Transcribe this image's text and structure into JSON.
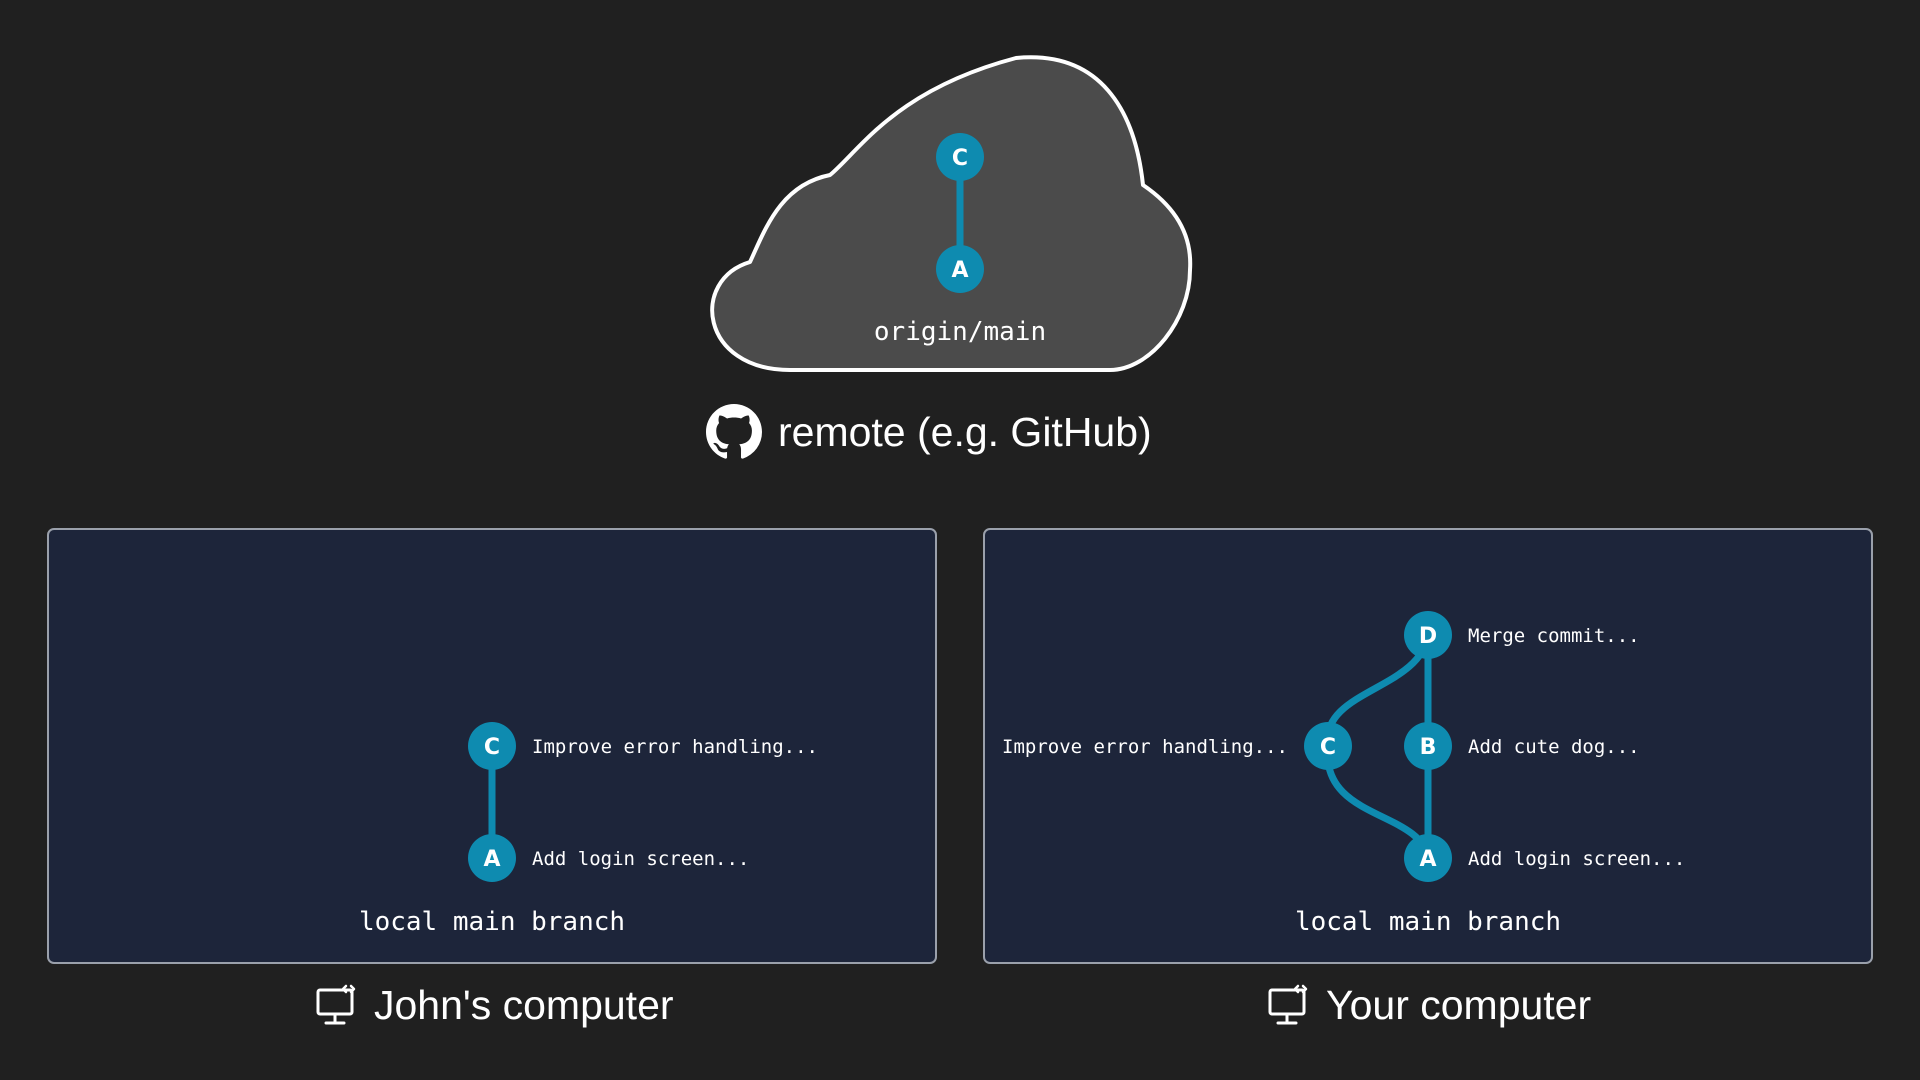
{
  "colors": {
    "background": "#202020",
    "cloud_fill": "#4b4b4b",
    "panel_fill": "#1d253a",
    "panel_border": "#9aa0ab",
    "node_fill": "#0e8bb0",
    "edge": "#0e8bb0"
  },
  "remote": {
    "branch_label": "origin/main",
    "caption": "remote (e.g. GitHub)",
    "icon": "github-icon",
    "commits": [
      {
        "id": "C"
      },
      {
        "id": "A"
      }
    ]
  },
  "john": {
    "branch_label": "local main branch",
    "caption": "John's computer",
    "icon": "computer-icon",
    "commits": [
      {
        "id": "C",
        "message": "Improve error handling..."
      },
      {
        "id": "A",
        "message": "Add login screen..."
      }
    ]
  },
  "yours": {
    "branch_label": "local main branch",
    "caption": "Your computer",
    "icon": "computer-icon",
    "commits": [
      {
        "id": "D",
        "message": "Merge commit..."
      },
      {
        "id": "C",
        "message": "Improve error handling..."
      },
      {
        "id": "B",
        "message": "Add cute dog..."
      },
      {
        "id": "A",
        "message": "Add login screen..."
      }
    ]
  }
}
